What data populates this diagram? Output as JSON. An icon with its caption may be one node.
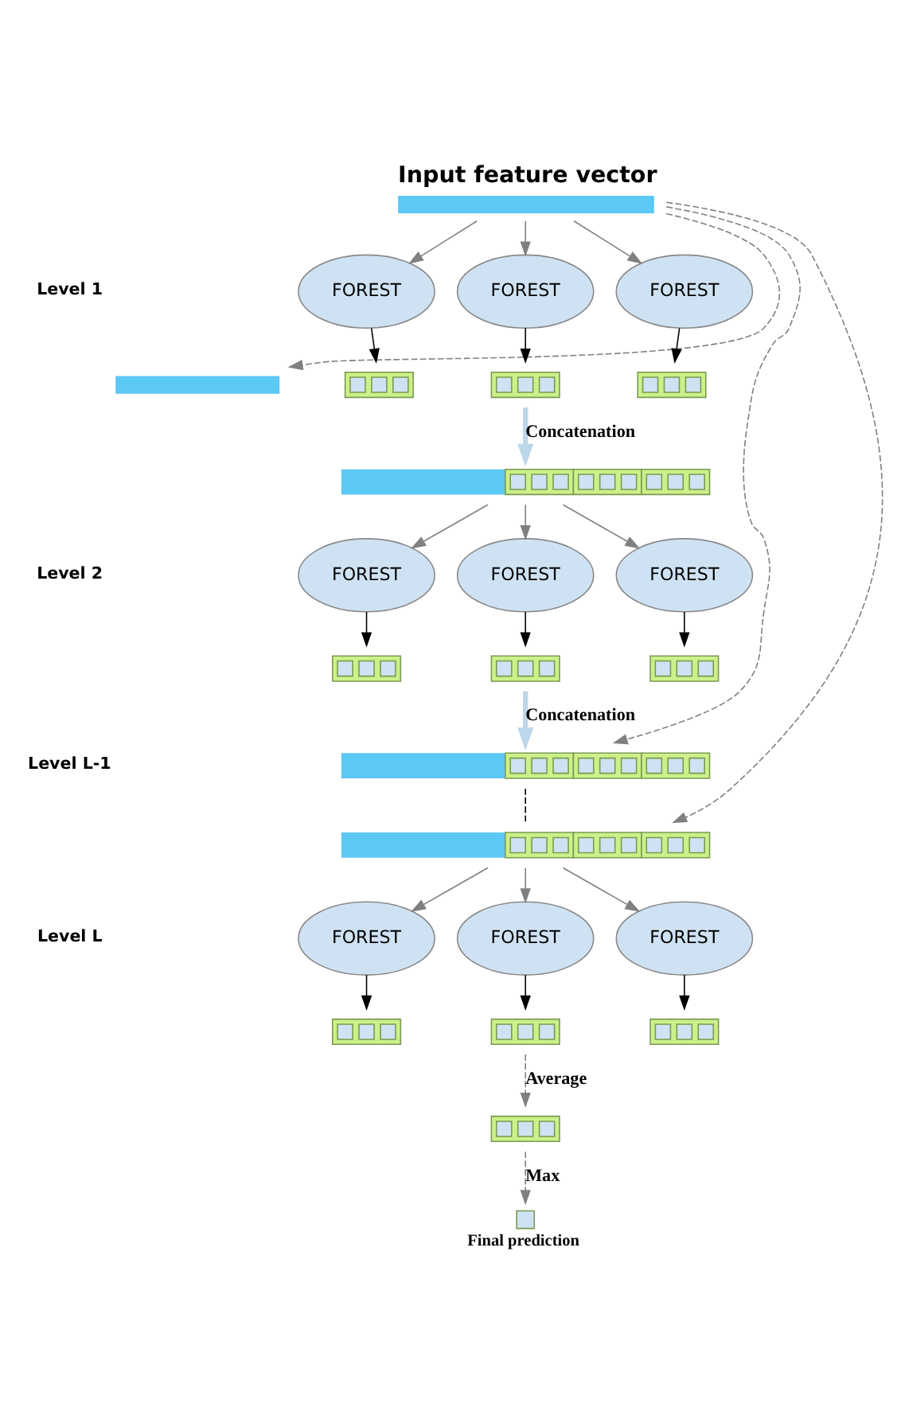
{
  "diagram": {
    "nodes": [
      {
        "text": [
          "Input feature vector"
        ]
      },
      {
        "text": [
          "FOREST"
        ]
      },
      {
        "text": [
          "FOREST"
        ]
      },
      {
        "text": [
          "FOREST"
        ]
      },
      {
        "text": [],
        "shape": "bar"
      },
      {
        "text": [],
        "shape": "bar"
      },
      {
        "text": [],
        "shape": "bar"
      },
      {
        "text": [],
        "shape": "bar"
      },
      {
        "text": [],
        "shape": "bar"
      },
      {
        "text": [
          "FOREST"
        ]
      },
      {
        "text": [
          "FOREST"
        ]
      },
      {
        "text": [
          "FOREST"
        ]
      },
      {
        "text": [],
        "shape": "bar"
      },
      {
        "text": [],
        "shape": "bar"
      },
      {
        "text": [],
        "shape": "bar"
      },
      {
        "text": [],
        "shape": "bar"
      },
      {
        "text": [],
        "shape": "bar"
      },
      {
        "text": [
          "FOREST"
        ]
      },
      {
        "text": [
          "FOREST"
        ]
      },
      {
        "text": [
          "FOREST"
        ]
      },
      {
        "text": [],
        "shape": "bar"
      },
      {
        "text": [],
        "shape": "bar"
      },
      {
        "text": [],
        "shape": "bar"
      },
      {
        "text": [],
        "shape": "bar"
      },
      {
        "text": [
          "Final prediction"
        ]
      }
    ],
    "edges": [
      {
        "from": 0,
        "to": 1,
        "arrow": "to",
        "color": "#808080"
      },
      {
        "from": 0,
        "to": 2,
        "arrow": "to",
        "color": "#808080"
      },
      {
        "from": 0,
        "to": 3,
        "arrow": "to",
        "color": "#808080"
      },
      {
        "from": 0,
        "to": 4,
        "arrow": "to",
        "style": "dashed",
        "color": "#808080"
      },
      {
        "from": 1,
        "to": 5,
        "arrow": "to",
        "color": "#000000"
      },
      {
        "from": 2,
        "to": 6,
        "arrow": "to",
        "color": "#000000"
      },
      {
        "from": 3,
        "to": 7,
        "arrow": "to",
        "color": "#000000"
      },
      {
        "from": 6,
        "to": 8,
        "label": "Concatenation",
        "arrow": "to",
        "style": "thick",
        "color": "#bcd6ea"
      },
      {
        "from": 8,
        "to": 9,
        "arrow": "to",
        "color": "#808080"
      },
      {
        "from": 8,
        "to": 10,
        "arrow": "to",
        "color": "#808080"
      },
      {
        "from": 8,
        "to": 11,
        "arrow": "to",
        "color": "#808080"
      },
      {
        "from": 9,
        "to": 12,
        "arrow": "to",
        "color": "#000000"
      },
      {
        "from": 10,
        "to": 13,
        "arrow": "to",
        "color": "#000000"
      },
      {
        "from": 11,
        "to": 14,
        "arrow": "to",
        "color": "#000000"
      },
      {
        "from": 13,
        "to": 15,
        "label": "Concatenation",
        "arrow": "to",
        "style": "thick",
        "color": "#bcd6ea"
      },
      {
        "from": 0,
        "to": 15,
        "arrow": "to",
        "style": "dashed",
        "color": "#808080"
      },
      {
        "from": 0,
        "to": 16,
        "arrow": "to",
        "style": "dashed",
        "color": "#808080"
      },
      {
        "from": 15,
        "to": 16,
        "arrow": "none",
        "style": "dashed",
        "color": "#000000"
      },
      {
        "from": 16,
        "to": 17,
        "arrow": "to",
        "color": "#808080"
      },
      {
        "from": 16,
        "to": 18,
        "arrow": "to",
        "color": "#808080"
      },
      {
        "from": 16,
        "to": 19,
        "arrow": "to",
        "color": "#808080"
      },
      {
        "from": 17,
        "to": 20,
        "arrow": "to",
        "color": "#000000"
      },
      {
        "from": 18,
        "to": 21,
        "arrow": "to",
        "color": "#000000"
      },
      {
        "from": 19,
        "to": 22,
        "arrow": "to",
        "color": "#000000"
      },
      {
        "from": 21,
        "to": 23,
        "label": "Average",
        "arrow": "to",
        "style": "dashed",
        "color": "#808080"
      },
      {
        "from": 23,
        "to": 24,
        "label": "Max",
        "arrow": "to",
        "style": "dashed",
        "color": "#808080"
      }
    ],
    "labels": [
      "Level 1",
      "Level 2",
      "Level L-1",
      "Level L"
    ]
  }
}
